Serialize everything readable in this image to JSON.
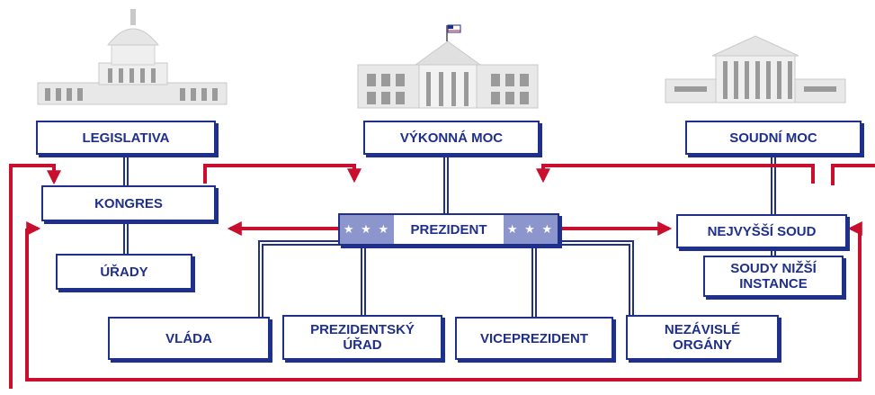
{
  "buildings": {
    "capitol": "capitol-building-icon",
    "white_house": "white-house-icon",
    "supreme_court": "supreme-court-icon"
  },
  "branches": {
    "legislative": "LEGISLATIVA",
    "executive": "VÝKONNÁ MOC",
    "judicial": "SOUDNÍ MOC"
  },
  "nodes": {
    "congress": "KONGRES",
    "offices": "ÚŘADY",
    "president": "PREZIDENT",
    "president_stars": "★ ★ ★",
    "supreme_court": "NEJVYŠŠÍ SOUD",
    "lower_courts": [
      "SOUDY NIŽŠÍ",
      "INSTANCE"
    ],
    "cabinet": "VLÁDA",
    "executive_office": [
      "PREZIDENTSKÝ",
      "ÚŘAD"
    ],
    "vice_president": "VICEPREZIDENT",
    "independent_agencies": [
      "NEZÁVISLÉ",
      "ORGÁNY"
    ]
  },
  "colors": {
    "box_border": "#1f2f8c",
    "text": "#1f2f8c",
    "arrow": "#c8102e",
    "president_band": "#8c95cc",
    "building_light": "#e8e8e8",
    "building_mid": "#c9c9c9",
    "building_dark": "#9a9a9a"
  }
}
